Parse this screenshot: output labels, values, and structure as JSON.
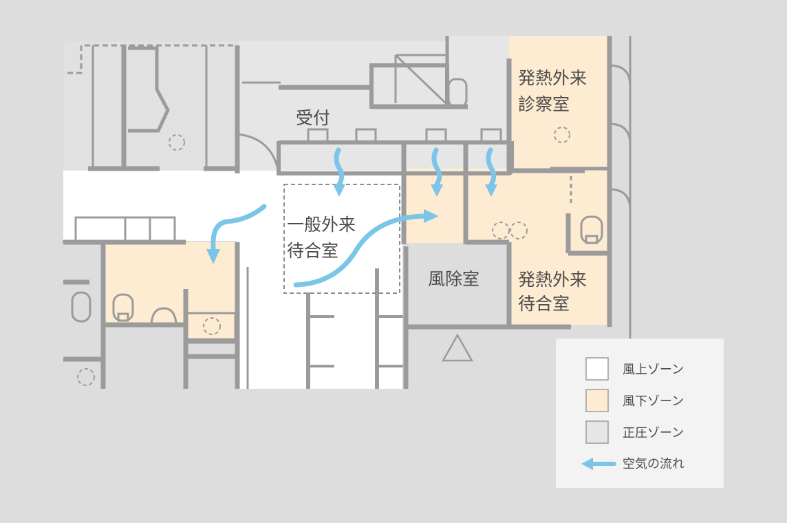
{
  "rooms": {
    "reception": "受付",
    "general_waiting_line1": "一般外来",
    "general_waiting_line2": "待合室",
    "fever_exam_line1": "発熱外来",
    "fever_exam_line2": "診察室",
    "windbreak": "風除室",
    "fever_waiting_line1": "発熱外来",
    "fever_waiting_line2": "待合室"
  },
  "legend": {
    "items": [
      {
        "label": "風上ゾーン",
        "color": "#ffffff"
      },
      {
        "label": "風下ゾーン",
        "color": "#fdebd2"
      },
      {
        "label": "正圧ゾーン",
        "color": "#e6e6e6"
      }
    ],
    "airflow_label": "空気の流れ",
    "airflow_color": "#7bc6e8"
  },
  "colors": {
    "background": "#dcdddc",
    "upwind_zone": "#ffffff",
    "downwind_zone": "#fdebd2",
    "positive_pressure_zone": "#e6e6e6",
    "wall": "#9b9b9b",
    "airflow": "#7bc6e8"
  }
}
